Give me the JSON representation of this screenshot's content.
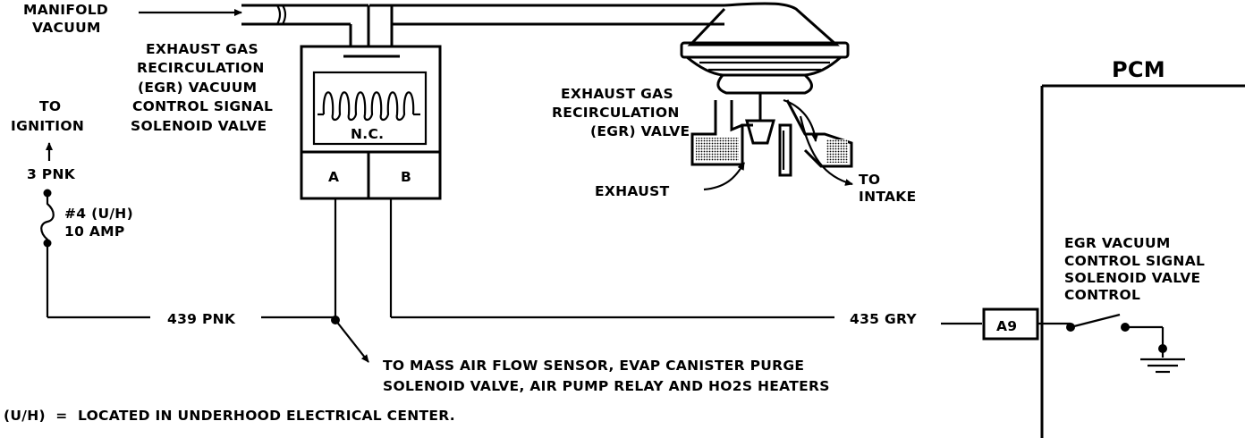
{
  "labels": {
    "manifold_vacuum": [
      "MANIFOLD",
      "VACUUM"
    ],
    "solenoid_title": [
      "EXHAUST GAS",
      "RECIRCULATION",
      "(EGR) VACUUM",
      "CONTROL SIGNAL",
      "SOLENOID VALVE"
    ],
    "to_ignition": [
      "TO",
      "IGNITION"
    ],
    "wire_3pnk": "3 PNK",
    "fuse": [
      "#4 (U/H)",
      "10 AMP"
    ],
    "nc": "N.C.",
    "terminal_a": "A",
    "terminal_b": "B",
    "egr_valve": [
      "EXHAUST GAS",
      "RECIRCULATION",
      "(EGR) VALVE"
    ],
    "exhaust": "EXHAUST",
    "to_intake": [
      "TO",
      "INTAKE"
    ],
    "pcm": "PCM",
    "pcm_control": [
      "EGR VACUUM",
      "CONTROL SIGNAL",
      "SOLENOID VALVE",
      "CONTROL"
    ],
    "wire_439": "439 PNK",
    "wire_435": "435 GRY",
    "pin_a9": "A9",
    "destinations": [
      "TO MASS AIR FLOW SENSOR, EVAP CANISTER PURGE",
      "SOLENOID VALVE, AIR PUMP RELAY AND HO2S HEATERS"
    ],
    "footnote": "(U/H)  =  LOCATED IN UNDERHOOD ELECTRICAL CENTER."
  }
}
